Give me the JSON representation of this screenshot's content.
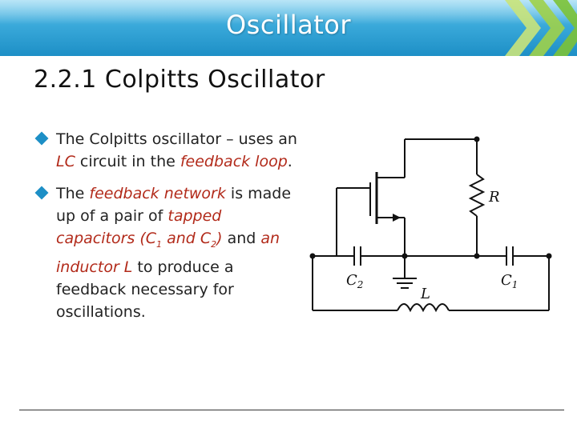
{
  "header": {
    "title": "Oscillator"
  },
  "slide_title": "2.2.1 Colpitts Oscillator",
  "bullets": [
    {
      "parts": [
        {
          "t": "The Colpitts oscillator – uses an "
        },
        {
          "t": "LC",
          "em": true
        },
        {
          "t": " circuit in the "
        },
        {
          "t": "feedback loop",
          "em": true
        },
        {
          "t": "."
        }
      ]
    },
    {
      "parts": [
        {
          "t": "The "
        },
        {
          "t": "feedback network",
          "em": true
        },
        {
          "t": " is made up of a pair of "
        },
        {
          "t": "tapped capacitors (C",
          "em": true
        },
        {
          "t": "1",
          "em": true,
          "sub": true
        },
        {
          "t": " and C",
          "em": true
        },
        {
          "t": "2",
          "em": true,
          "sub": true
        },
        {
          "t": ")",
          "em": true
        },
        {
          "t": " and "
        },
        {
          "t": "an inductor L",
          "em": true
        },
        {
          "t": " to produce a feedback necessary for oscillations."
        }
      ]
    }
  ],
  "circuit": {
    "labels": {
      "R": "R",
      "C2": "C",
      "C2_sub": "2",
      "C1": "C",
      "C1_sub": "1",
      "L": "L"
    }
  },
  "colors": {
    "accent": "#1d8fc6",
    "emphasis": "#b22a1a"
  }
}
